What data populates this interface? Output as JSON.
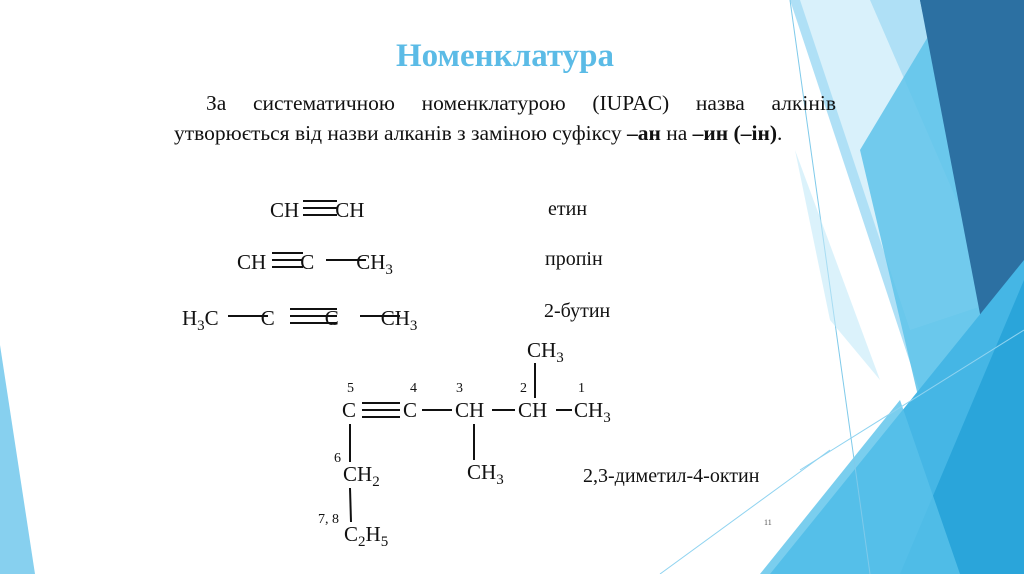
{
  "slide": {
    "title": "Номенклатура",
    "paragraph": {
      "part1": "За систематичною номенклатурою (IUPAC) назва алкінів утворюється від назви алканів з заміною суфіксу ",
      "bold1": "–ан",
      "part2": " на ",
      "bold2": "–ин (–ін)",
      "part3": "."
    },
    "examples": [
      {
        "formula": "CH≡CH",
        "name": "етин"
      },
      {
        "formula": "CH≡C—CH3",
        "name": "пропін"
      },
      {
        "formula": "H3C—C≡C—CH3",
        "name": "2-бутин"
      },
      {
        "formula": "CH3-CH(CH3)-CH(CH3)-C≡C-CH2-C2H5",
        "name": "2,3-диметил-4-октин"
      }
    ],
    "atoms": {
      "ch": "CH",
      "c": "C",
      "h": "H",
      "h3c_h": "H",
      "h3c_c": "C",
      "ch3_c": "CH",
      "sub3": "3",
      "sub2": "2",
      "sub5": "5"
    },
    "locants": {
      "n1": "1",
      "n2": "2",
      "n3": "3",
      "n4": "4",
      "n5": "5",
      "n6": "6",
      "n78": "7, 8"
    },
    "page_number": "11",
    "colors": {
      "title": "#5bbbe6",
      "light_blue": "#8fd3f0",
      "mid_blue": "#4fb8e6",
      "dark_blue": "#2e6fa0"
    }
  }
}
